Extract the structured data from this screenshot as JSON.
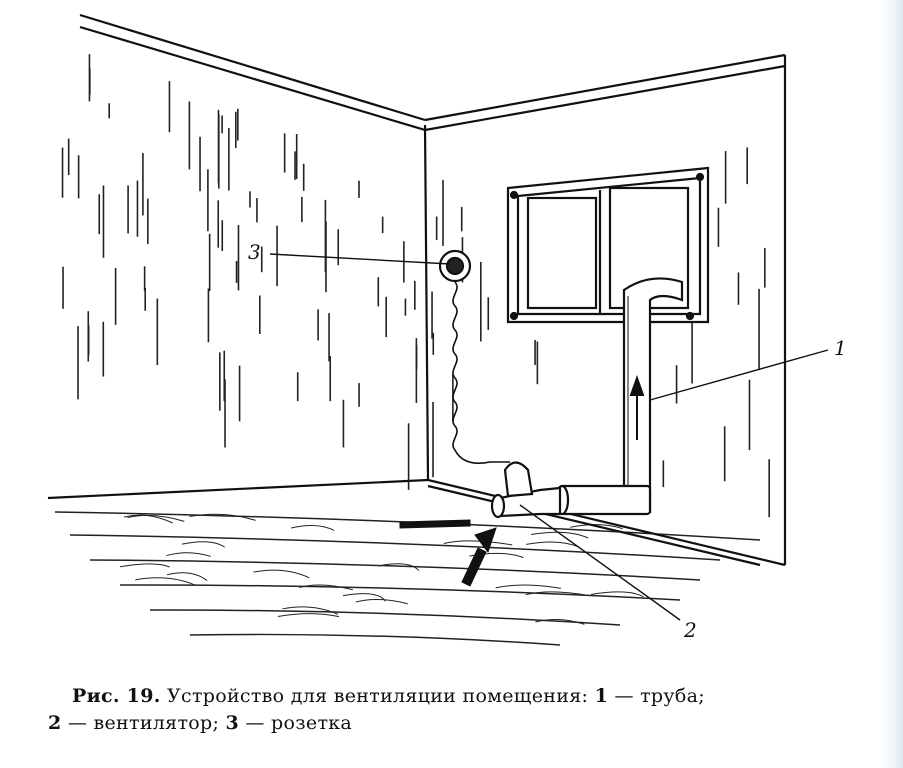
{
  "figure": {
    "labels": {
      "pipe": "1",
      "fan": "2",
      "socket": "3"
    },
    "caption": {
      "fig_number": "Рис. 19.",
      "title": "Устройство для вентиляции помещения:",
      "items": [
        {
          "num": "1",
          "text": "— труба;"
        },
        {
          "num": "2",
          "text": "— вентилятор;"
        },
        {
          "num": "3",
          "text": "— розетка"
        }
      ]
    }
  }
}
